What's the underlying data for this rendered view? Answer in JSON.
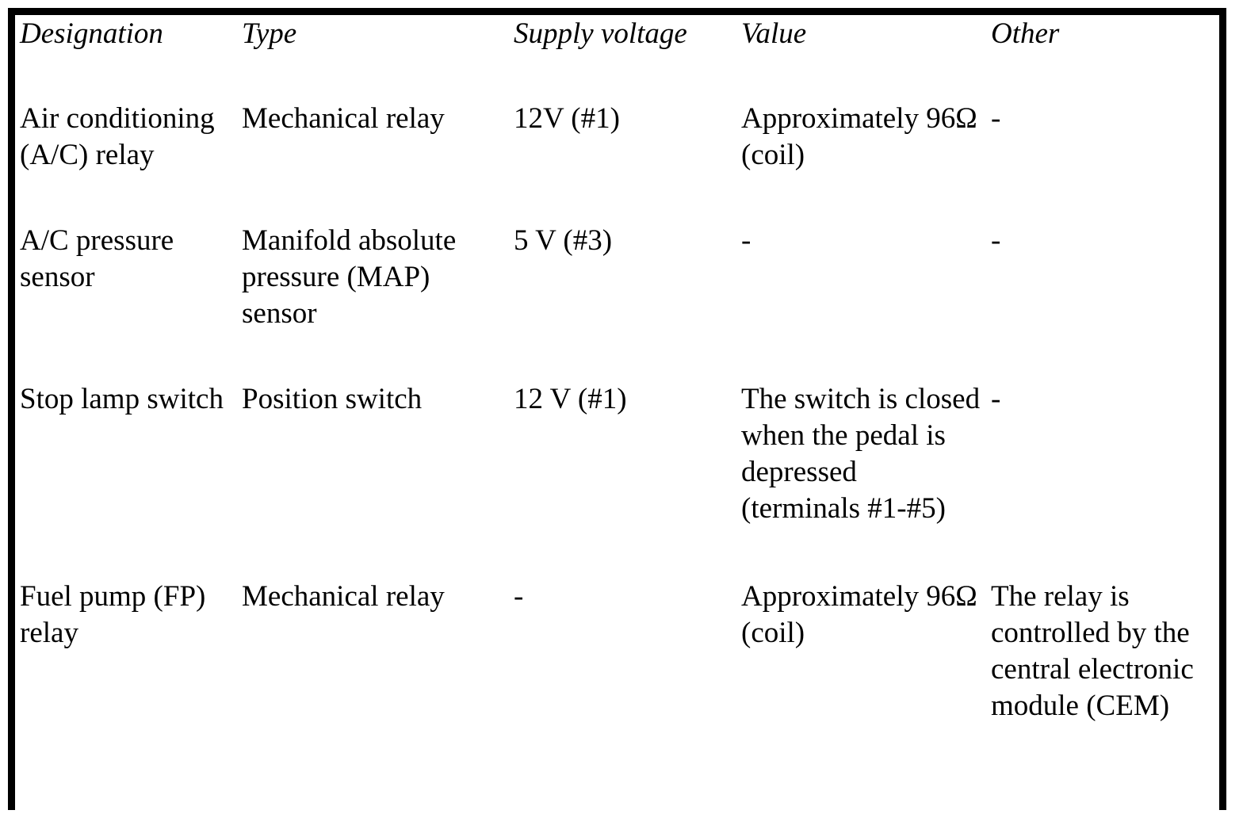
{
  "colors": {
    "text": "#000000",
    "border": "#000000",
    "background": "#ffffff"
  },
  "table": {
    "headers": [
      "Designation",
      "Type",
      "Supply voltage",
      "Value",
      "Other"
    ],
    "rows": [
      {
        "cells": [
          "Air conditioning (A/C) relay",
          "Mechanical relay",
          "12V (#1)",
          "Approximately 96Ω (coil)",
          "-"
        ]
      },
      {
        "cells": [
          "A/C pressure sensor",
          "Manifold absolute pressure (MAP) sensor",
          "5 V (#3)",
          "-",
          "-"
        ]
      },
      {
        "cells": [
          "Stop lamp switch",
          "Position switch",
          "12 V (#1)",
          "The switch is closed when the pedal is depressed (terminals #1-#5)",
          "-"
        ]
      },
      {
        "cells": [
          "Fuel pump (FP) relay",
          "Mechanical relay",
          "-",
          "Approximately 96Ω (coil)",
          "The relay is controlled by the central electronic module (CEM)"
        ]
      }
    ]
  }
}
